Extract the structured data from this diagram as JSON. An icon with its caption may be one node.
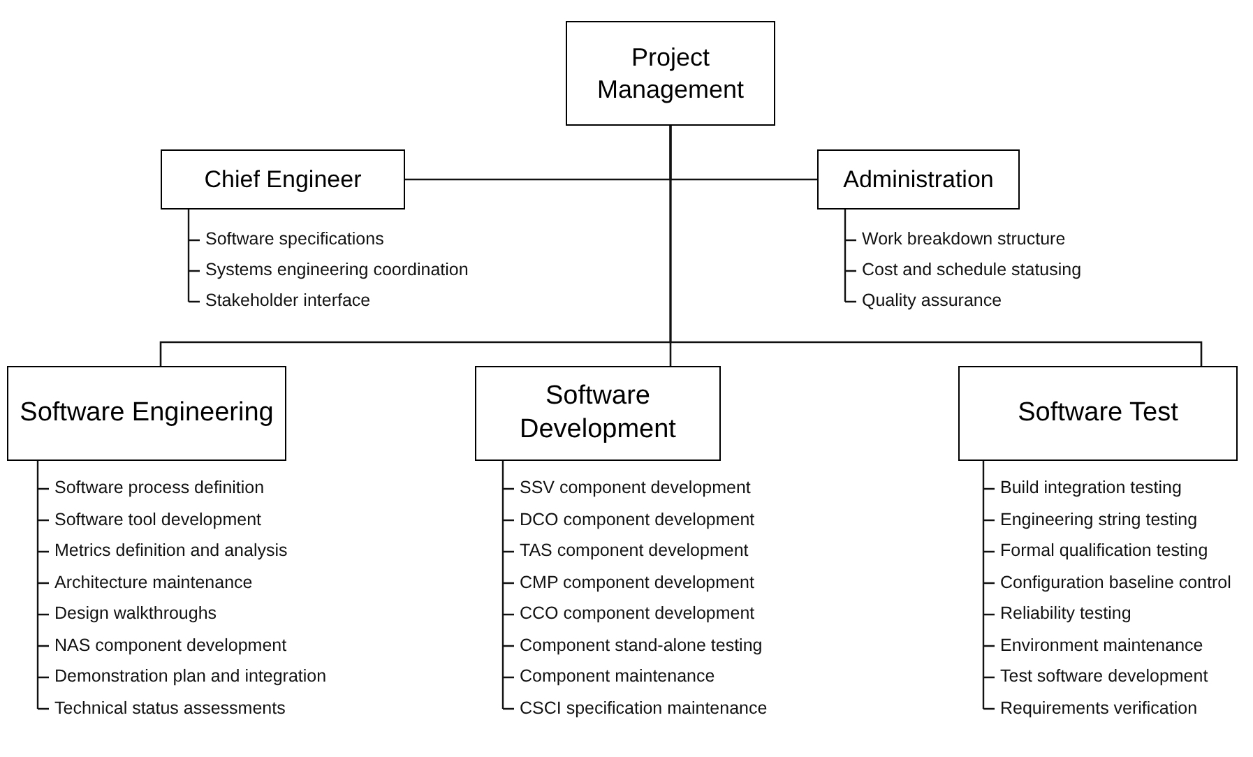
{
  "diagram": {
    "nodes": [
      {
        "text": [
          "Project Management"
        ]
      },
      {
        "text": [
          "Chief Engineer"
        ],
        "beside": [
          "Software specifications",
          "Systems engineering coordination",
          "Stakeholder interface"
        ]
      },
      {
        "text": [
          "Administration"
        ],
        "beside": [
          "Work breakdown structure",
          "Cost and schedule statusing",
          "Quality assurance"
        ]
      },
      {
        "text": [
          "Software Engineering"
        ],
        "beside": [
          "Software process definition",
          "Software tool development",
          "Metrics definition and analysis",
          "Architecture maintenance",
          "Design walkthroughs",
          "NAS component development",
          "Demonstration plan and integration",
          "Technical status assessments"
        ]
      },
      {
        "text": [
          "Software Development"
        ],
        "beside": [
          "SSV component development",
          "DCO component development",
          "TAS component development",
          "CMP component development",
          "CCO component development",
          "Component stand-alone testing",
          "Component maintenance",
          "CSCI specification maintenance"
        ]
      },
      {
        "text": [
          "Software Test"
        ],
        "beside": [
          "Build integration testing",
          "Engineering string testing",
          "Formal qualification testing",
          "Configuration baseline control",
          "Reliability testing",
          "Environment maintenance",
          "Test software development",
          "Requirements verification"
        ]
      }
    ],
    "edges": [
      {
        "from": 0,
        "to": 1,
        "arrow": "none"
      },
      {
        "from": 0,
        "to": 2,
        "arrow": "none"
      },
      {
        "from": 0,
        "to": 3,
        "arrow": "none"
      },
      {
        "from": 0,
        "to": 4,
        "arrow": "none"
      },
      {
        "from": 0,
        "to": 5,
        "arrow": "none"
      }
    ]
  }
}
